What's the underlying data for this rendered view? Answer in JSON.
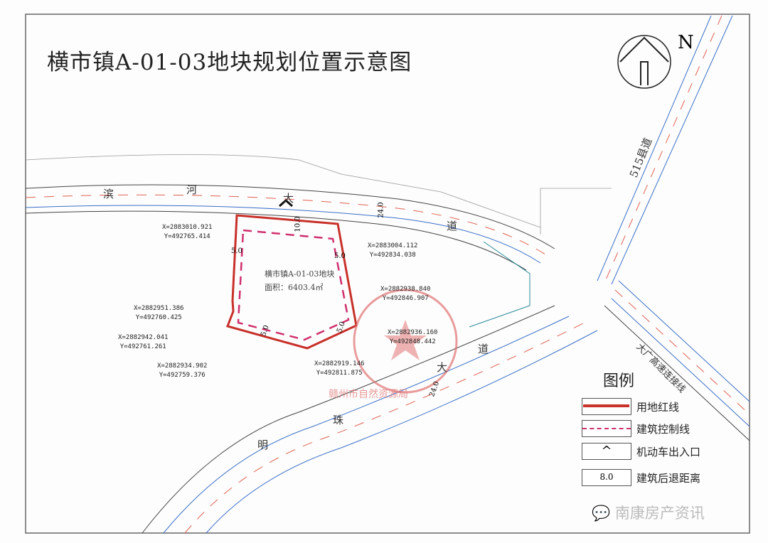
{
  "title": "横市镇A-01-03地块规划位置示意图",
  "north": "N",
  "plot": {
    "name": "横市镇A-01-03地块",
    "area": "面积：6403.4㎡"
  },
  "coordinates": [
    {
      "x": "X=2883010.921",
      "y": "Y=492765.414"
    },
    {
      "x": "X=2883004.112",
      "y": "Y=492834.038"
    },
    {
      "x": "X=2882938.840",
      "y": "Y=492846.907"
    },
    {
      "x": "X=2882936.160",
      "y": "Y=492848.442"
    },
    {
      "x": "X=2882919.146",
      "y": "Y=492811.875"
    },
    {
      "x": "X=2882951.386",
      "y": "Y=492760.425"
    },
    {
      "x": "X=2882942.041",
      "y": "Y=492761.261"
    },
    {
      "x": "X=2882934.902",
      "y": "Y=492759.376"
    }
  ],
  "setbacks": [
    "10.0",
    "5.0",
    "5.0",
    "5.0",
    "5.0"
  ],
  "road_widths": [
    "24.0",
    "24.0"
  ],
  "roads": {
    "top": [
      "滨",
      "河",
      "大",
      "道"
    ],
    "right": "515县道",
    "diag": "大广高速连接线",
    "bottom": [
      "明",
      "珠",
      "大",
      "道"
    ]
  },
  "legend": {
    "title": "图例",
    "items": [
      "用地红线",
      "建筑控制线",
      "机动车出入口",
      "建筑后退距离"
    ],
    "setback_sample": "8.0"
  },
  "stamp": "赣州市自然资源局",
  "watermark": "南康房产资讯",
  "colors": {
    "red_line": "#c8302a",
    "control_line": "#d0306e",
    "road_edge": "#3a6fc8"
  }
}
